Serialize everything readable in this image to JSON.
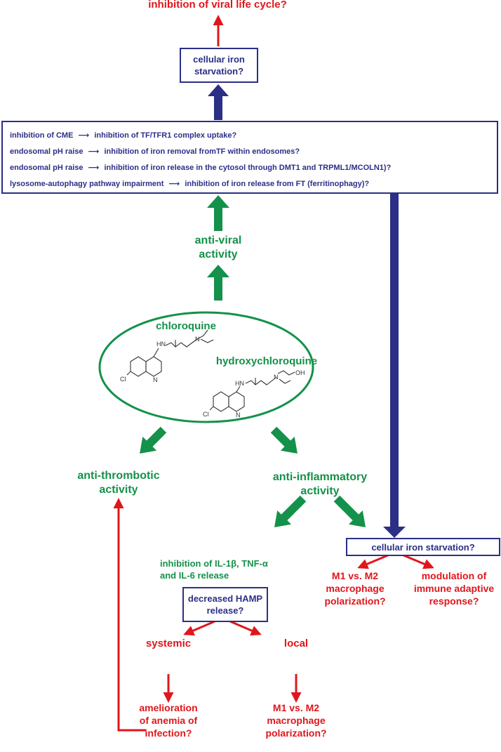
{
  "colors": {
    "red": "#e0161b",
    "green": "#14914a",
    "navy": "#2b2f86"
  },
  "top_outcome": "inhibition of viral life cycle?",
  "iron_top": [
    "cellular iron",
    "starvation?"
  ],
  "mechanisms": [
    {
      "cause": "inhibition of CME",
      "effect": "inhibition of TF/TFR1 complex uptake?"
    },
    {
      "cause": "endosomal pH raise",
      "effect": "inhibition of iron removal fromTF within endosomes?"
    },
    {
      "cause": "endosomal pH raise",
      "effect": "inhibition of  iron release in the cytosol through DMT1 and TRPML1/MCOLN1)?"
    },
    {
      "cause": "lysosome-autophagy pathway impairment",
      "effect": "inhibition of iron release from FT (ferritinophagy)?"
    }
  ],
  "arrow_symbol": "⟶",
  "antiviral": [
    "anti-viral",
    "activity"
  ],
  "drugs": {
    "chloroquine": "chloroquine",
    "hydroxychloroquine": "hydroxychloroquine"
  },
  "antithrombotic": [
    "anti-thrombotic",
    "activity"
  ],
  "antiinflammatory": [
    "anti-inflammatory",
    "activity"
  ],
  "cytokines": [
    "inhibition of IL-1β, TNF-α",
    "and IL-6 release"
  ],
  "iron_right": "cellular iron starvation?",
  "hamp": [
    "decreased HAMP",
    "release?"
  ],
  "m1m2_right": [
    "M1 vs. M2",
    "macrophage",
    "polarization?"
  ],
  "immune": [
    "modulation of",
    "immune adaptive",
    "response?"
  ],
  "systemic": "systemic",
  "local": "local",
  "anemia": [
    "amelioration",
    "of anemia of",
    "infection?"
  ],
  "m1m2_bottom": [
    "M1 vs. M2",
    "macrophage",
    "polarization?"
  ]
}
